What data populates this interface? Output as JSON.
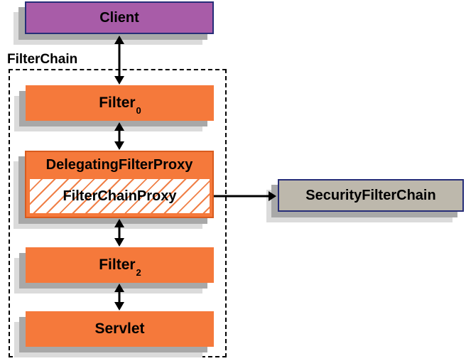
{
  "diagram": {
    "client": {
      "label": "Client"
    },
    "filter_chain": {
      "label": "FilterChain",
      "filter0": {
        "base": "Filter",
        "sub": "0"
      },
      "delegating_filter_proxy": {
        "label": "DelegatingFilterProxy",
        "inner_label": "FilterChainProxy"
      },
      "filter2": {
        "base": "Filter",
        "sub": "2"
      },
      "servlet": {
        "label": "Servlet"
      }
    },
    "security_filter_chain": {
      "label": "SecurityFilterChain"
    }
  },
  "colors": {
    "purple": "#a85ca8",
    "orange": "#f5793b",
    "orange-border": "#d95b1e",
    "navy": "#262d78",
    "gray-fill": "#bdb8ac",
    "shadow-dark": "#a8a8a8",
    "shadow-light": "#dbdbdb",
    "hatch": "#f08048",
    "arrow": "#000000"
  }
}
